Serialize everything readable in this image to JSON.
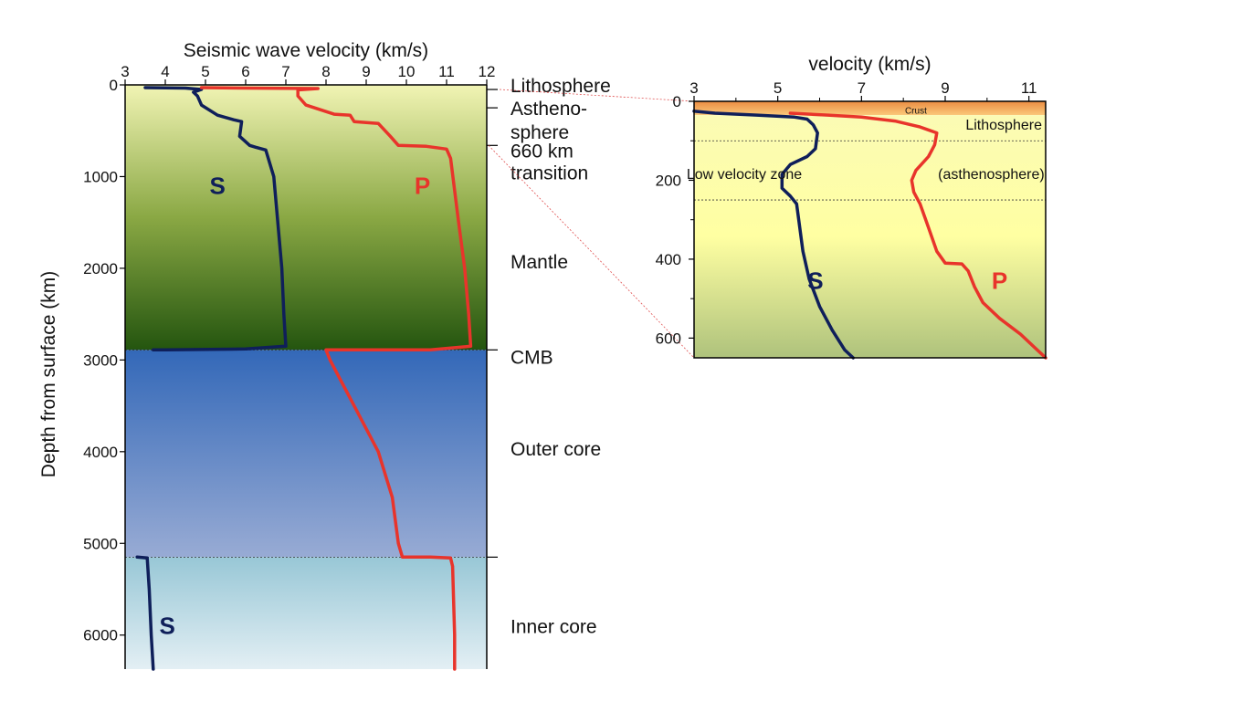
{
  "chart_data": [
    {
      "type": "line",
      "title": "",
      "xlabel": "Seismic wave velocity (km/s)",
      "ylabel": "Depth from surface (km)",
      "xlim": [
        3,
        12
      ],
      "ylim": [
        0,
        6371
      ],
      "y_inverted": true,
      "x_axis_position": "top",
      "x_ticks": [
        3,
        4,
        5,
        6,
        7,
        8,
        9,
        10,
        11,
        12
      ],
      "y_ticks": [
        0,
        1000,
        2000,
        3000,
        4000,
        5000,
        6000
      ],
      "region_labels": [
        {
          "text": "Lithosphere",
          "depth": 0
        },
        {
          "text": "Astheno-",
          "depth": 250
        },
        {
          "text": "sphere",
          "depth": 510
        },
        {
          "text": "660 km",
          "depth": 710
        },
        {
          "text": "transition",
          "depth": 950
        },
        {
          "text": "Mantle",
          "depth": 1920
        },
        {
          "text": "CMB",
          "depth": 2960
        },
        {
          "text": "Outer core",
          "depth": 3960
        },
        {
          "text": "Inner core",
          "depth": 5900
        }
      ],
      "region_ticks": [
        50,
        250,
        660,
        2890,
        5150
      ],
      "boundaries": [
        2890,
        5150
      ],
      "layers": [
        {
          "name": "mantle",
          "from": 0,
          "to": 2890,
          "colors": [
            "#f1f4b4",
            "#8aa844",
            "#24550f"
          ]
        },
        {
          "name": "outer core",
          "from": 2890,
          "to": 5150,
          "colors": [
            "#3368b8",
            "#98abd4"
          ]
        },
        {
          "name": "inner core",
          "from": 5150,
          "to": 6371,
          "colors": [
            "#98c7d6",
            "#e3eff4"
          ]
        }
      ],
      "series": [
        {
          "name": "S",
          "color": "#0f1f5a",
          "label_at": [
            5.3,
            1100
          ],
          "segments": [
            [
              [
                3.5,
                30
              ],
              [
                4.5,
                35
              ],
              [
                4.9,
                50
              ],
              [
                4.7,
                80
              ],
              [
                4.8,
                120
              ],
              [
                4.9,
                220
              ],
              [
                5.3,
                330
              ],
              [
                5.7,
                380
              ],
              [
                5.9,
                400
              ],
              [
                5.85,
                560
              ],
              [
                6.1,
                660
              ],
              [
                6.25,
                680
              ],
              [
                6.5,
                710
              ],
              [
                6.7,
                1000
              ],
              [
                6.8,
                1500
              ],
              [
                6.9,
                2000
              ],
              [
                6.95,
                2500
              ],
              [
                7.0,
                2850
              ],
              [
                6.0,
                2880
              ],
              [
                4.0,
                2890
              ],
              [
                3.7,
                2890
              ]
            ],
            [
              [
                3.3,
                5150
              ],
              [
                3.55,
                5160
              ],
              [
                3.6,
                5500
              ],
              [
                3.65,
                6000
              ],
              [
                3.7,
                6371
              ]
            ]
          ]
        },
        {
          "name": "P",
          "color": "#e8342b",
          "label_at": [
            10.4,
            1100
          ],
          "segments": [
            [
              [
                4.9,
                30
              ],
              [
                6.0,
                35
              ],
              [
                7.8,
                40
              ],
              [
                7.3,
                55
              ],
              [
                7.3,
                120
              ],
              [
                7.5,
                220
              ],
              [
                8.2,
                320
              ],
              [
                8.6,
                330
              ],
              [
                8.7,
                400
              ],
              [
                9.3,
                420
              ],
              [
                9.6,
                560
              ],
              [
                9.8,
                660
              ],
              [
                10.5,
                670
              ],
              [
                11.0,
                700
              ],
              [
                11.1,
                800
              ],
              [
                11.3,
                1500
              ],
              [
                11.45,
                2000
              ],
              [
                11.55,
                2500
              ],
              [
                11.6,
                2850
              ],
              [
                10.6,
                2890
              ],
              [
                8.0,
                2890
              ],
              [
                8.1,
                3000
              ],
              [
                8.7,
                3500
              ],
              [
                9.3,
                4000
              ],
              [
                9.65,
                4500
              ],
              [
                9.8,
                5000
              ],
              [
                9.9,
                5150
              ],
              [
                10.6,
                5150
              ],
              [
                11.1,
                5160
              ],
              [
                11.15,
                5250
              ],
              [
                11.2,
                6000
              ],
              [
                11.2,
                6371
              ]
            ]
          ]
        }
      ]
    },
    {
      "type": "line",
      "title": "",
      "xlabel": "velocity (km/s)",
      "ylabel": "",
      "xlim": [
        3,
        11.4
      ],
      "ylim": [
        0,
        650
      ],
      "y_inverted": true,
      "x_axis_position": "top",
      "x_ticks": [
        3,
        5,
        7,
        9,
        11
      ],
      "y_ticks": [
        0,
        200,
        400,
        600
      ],
      "zone_lines": [
        100,
        250
      ],
      "layers": [
        {
          "name": "crust",
          "from": 0,
          "to": 35,
          "colors": [
            "#ec8c42",
            "#fac97a"
          ]
        },
        {
          "name": "upper",
          "from": 35,
          "to": 650,
          "colors": [
            "#fbfbb4",
            "#ffffa2",
            "#aec27c"
          ]
        }
      ],
      "labels": [
        {
          "text": "Crust",
          "x": 8.3,
          "depth": 20,
          "size": "small"
        },
        {
          "text": "Lithosphere",
          "x": 10.4,
          "depth": 60
        },
        {
          "text": "Low  velocity zone",
          "x": 4.2,
          "depth": 185
        },
        {
          "text": "(asthenosphere)",
          "x": 10.1,
          "depth": 185
        }
      ],
      "series": [
        {
          "name": "S",
          "color": "#0f1f5a",
          "label_at": [
            5.9,
            455
          ],
          "segments": [
            [
              [
                3.0,
                25
              ],
              [
                3.5,
                30
              ],
              [
                4.5,
                35
              ],
              [
                5.4,
                40
              ],
              [
                5.7,
                45
              ],
              [
                5.85,
                60
              ],
              [
                5.95,
                80
              ],
              [
                5.9,
                120
              ],
              [
                5.7,
                140
              ],
              [
                5.3,
                160
              ],
              [
                5.1,
                185
              ],
              [
                5.1,
                220
              ],
              [
                5.3,
                240
              ],
              [
                5.45,
                260
              ],
              [
                5.5,
                300
              ],
              [
                5.6,
                380
              ],
              [
                5.75,
                450
              ],
              [
                6.0,
                520
              ],
              [
                6.3,
                580
              ],
              [
                6.6,
                630
              ],
              [
                6.8,
                650
              ]
            ]
          ]
        },
        {
          "name": "P",
          "color": "#e8342b",
          "label_at": [
            10.3,
            455
          ],
          "segments": [
            [
              [
                5.3,
                30
              ],
              [
                6.2,
                35
              ],
              [
                7.0,
                40
              ],
              [
                7.8,
                50
              ],
              [
                8.4,
                65
              ],
              [
                8.8,
                80
              ],
              [
                8.75,
                110
              ],
              [
                8.6,
                140
              ],
              [
                8.3,
                175
              ],
              [
                8.2,
                200
              ],
              [
                8.25,
                230
              ],
              [
                8.4,
                260
              ],
              [
                8.6,
                320
              ],
              [
                8.8,
                380
              ],
              [
                9.0,
                410
              ],
              [
                9.4,
                412
              ],
              [
                9.55,
                430
              ],
              [
                9.7,
                470
              ],
              [
                9.9,
                510
              ],
              [
                10.3,
                550
              ],
              [
                10.8,
                590
              ],
              [
                11.2,
                630
              ],
              [
                11.4,
                650
              ]
            ]
          ]
        }
      ]
    }
  ]
}
